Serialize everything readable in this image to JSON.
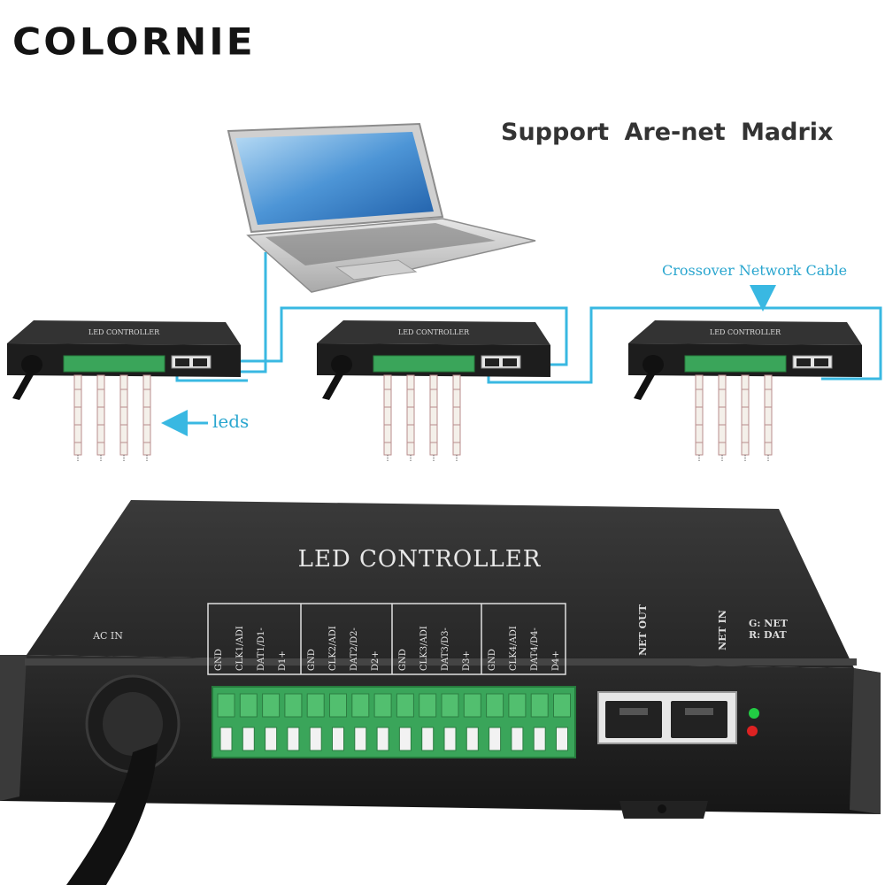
{
  "brand": {
    "logo_text": "COLORNIE"
  },
  "headline": {
    "text": "Support  Are-net  Madrix"
  },
  "diagram": {
    "cable_label": "Crossover Network Cable",
    "leds_label": "leds",
    "small_controller_label": "LED CONTROLLER"
  },
  "controller": {
    "title": "LED CONTROLLER",
    "ac_in": "AC IN",
    "net_out": "NET OUT",
    "net_in": "NET IN",
    "legend_g": "G: NET",
    "legend_r": "R: DAT",
    "pin_groups": [
      [
        "GND",
        "CLK1/ADI",
        "DAT1/D1-",
        "D1+"
      ],
      [
        "GND",
        "CLK2/ADI",
        "DAT2/D2-",
        "D2+"
      ],
      [
        "GND",
        "CLK3/ADI",
        "DAT3/D3-",
        "D3+"
      ],
      [
        "GND",
        "CLK4/ADI",
        "DAT4/D4-",
        "D4+"
      ]
    ]
  },
  "colors": {
    "cable": "#39b8e2",
    "label": "#2aa6cf",
    "terminal_green": "#3aa55a",
    "controller_body": "#2b2b2b",
    "led_green": "#22cc44",
    "led_red": "#dd2222"
  }
}
